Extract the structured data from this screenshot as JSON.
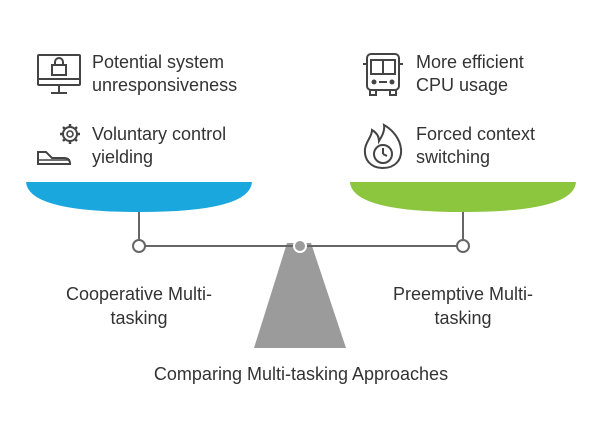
{
  "title": "Comparing Multi-tasking Approaches",
  "left": {
    "label": "Cooperative Multi-\ntasking",
    "color": "#1aa7dd",
    "items": [
      {
        "text": "Potential system\nunresponsiveness",
        "icon": "locked-monitor-icon"
      },
      {
        "text": "Voluntary control\nyielding",
        "icon": "gear-hand-icon"
      }
    ]
  },
  "right": {
    "label": "Preemptive Multi-\ntasking",
    "color": "#8cc63f",
    "items": [
      {
        "text": "More efficient\nCPU usage",
        "icon": "bus-icon"
      },
      {
        "text": "Forced context\nswitching",
        "icon": "fire-clock-icon"
      }
    ]
  },
  "fulcrum_color": "#9b9b9b",
  "beam_color": "#666666"
}
